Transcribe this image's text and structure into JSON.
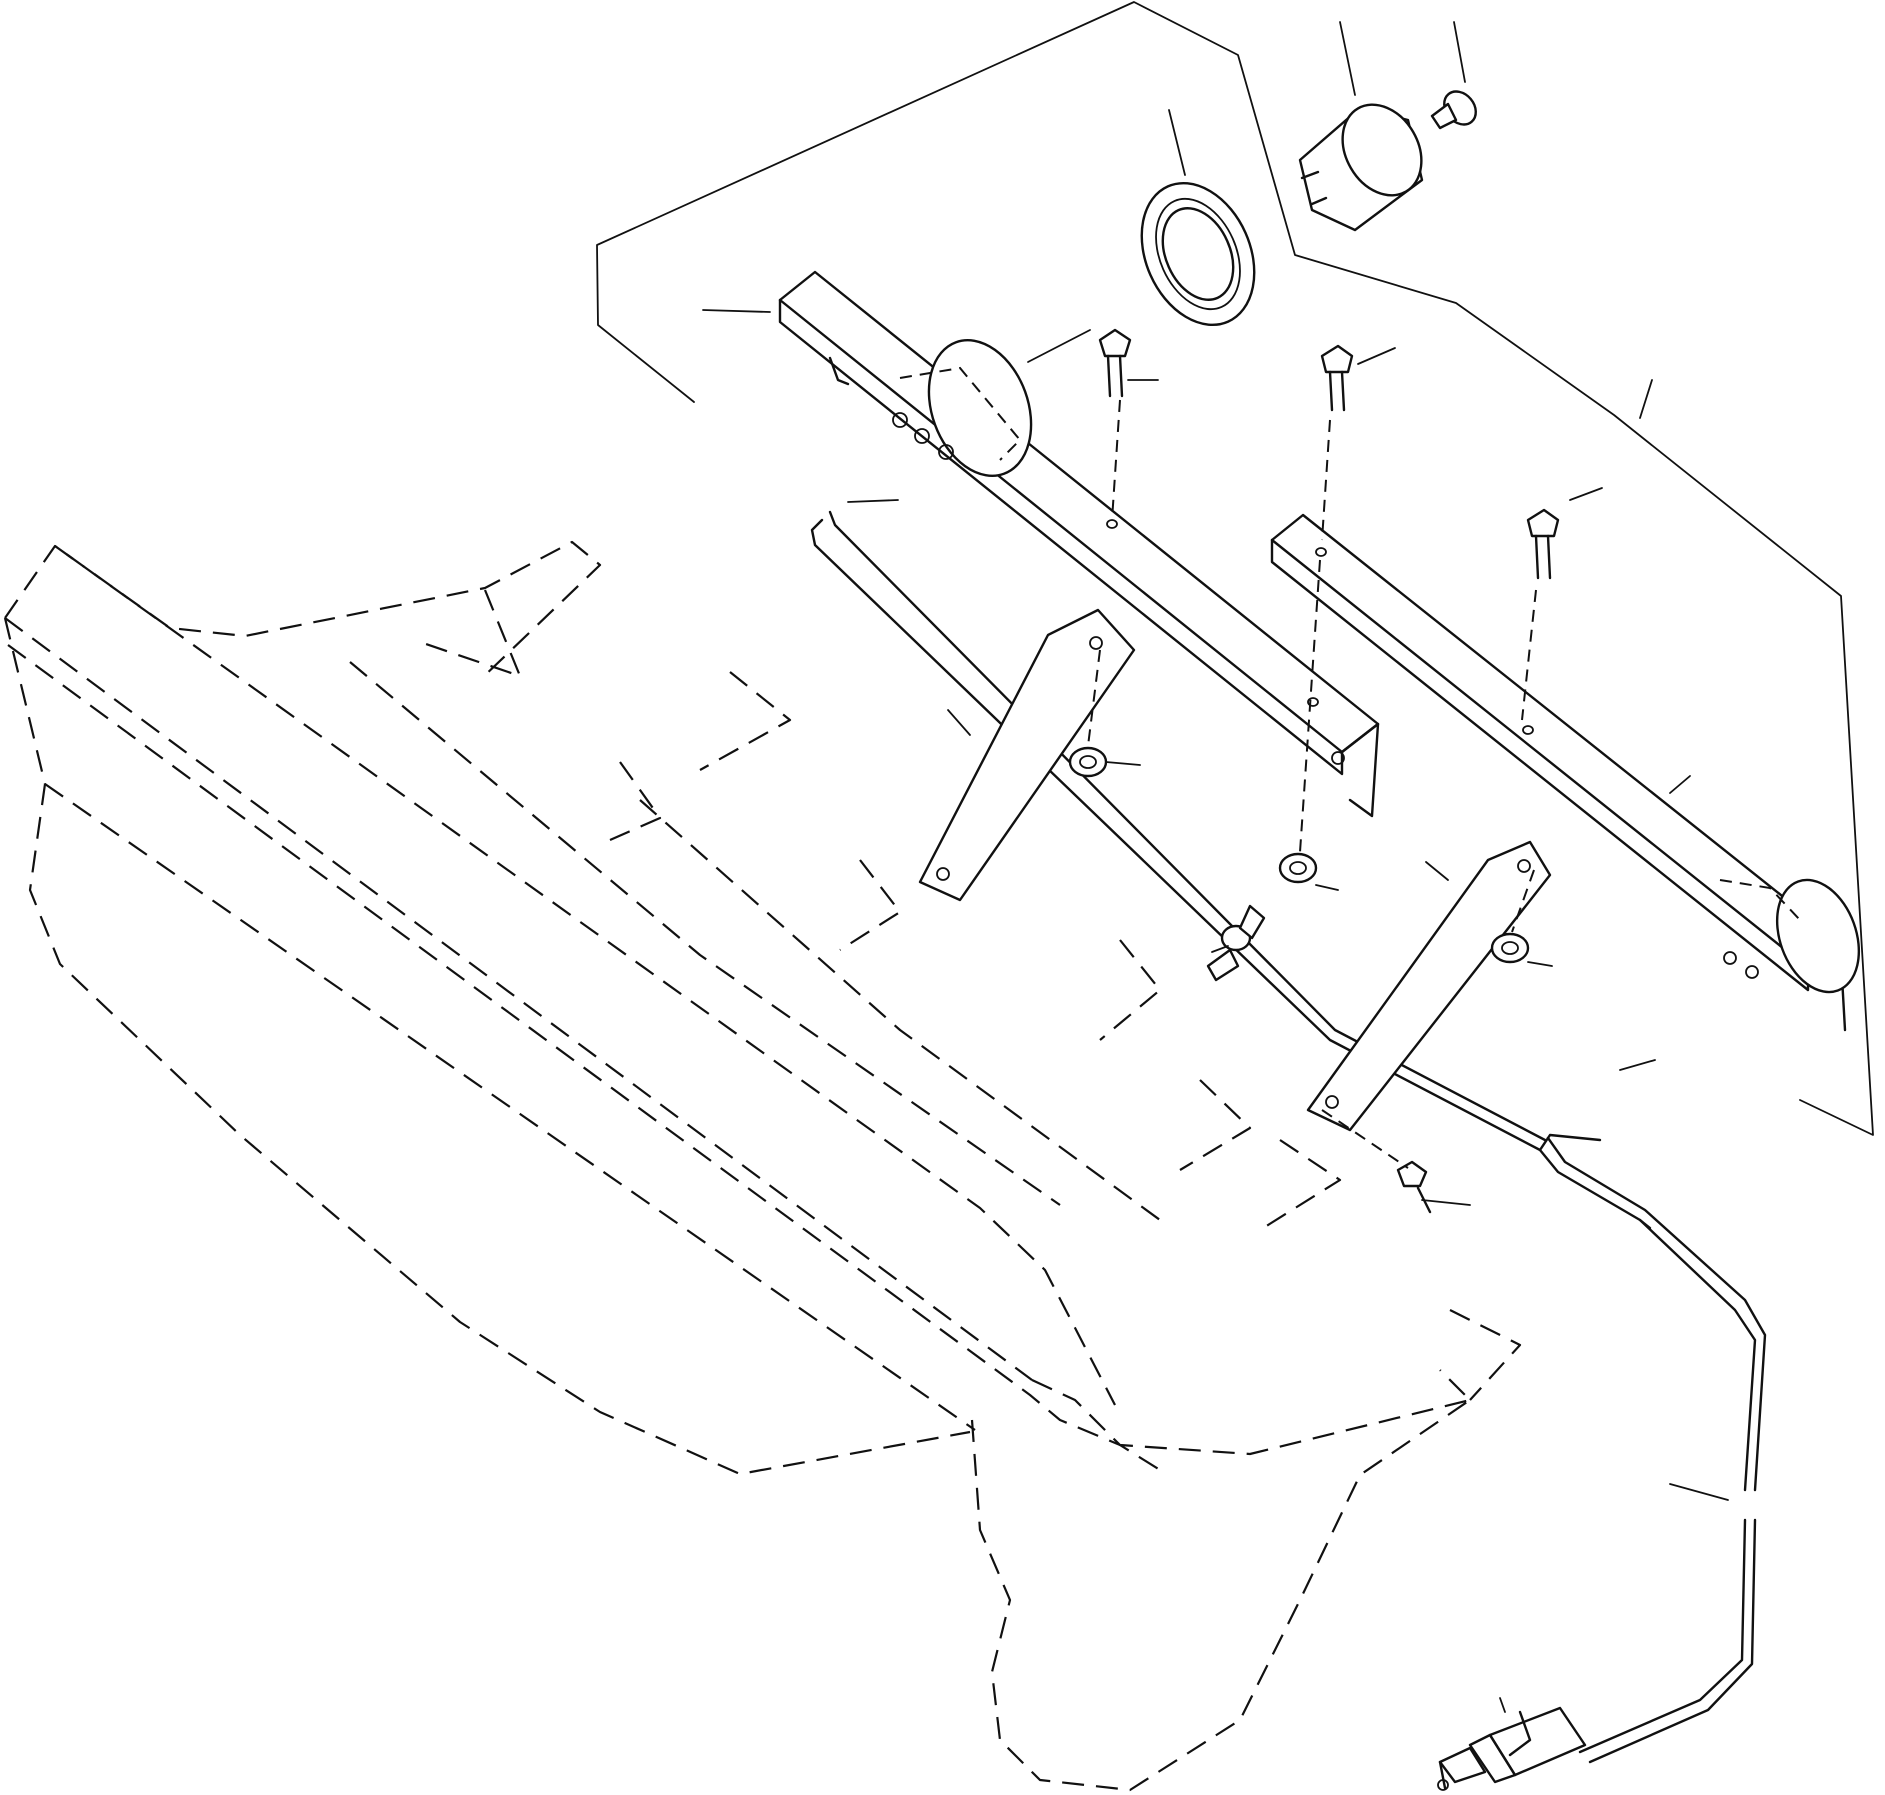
{
  "diagram": {
    "ink": "#111111",
    "parts": [
      "sealed-beam-unit",
      "lamp-rim",
      "bulb",
      "lamp-body",
      "mounting-bar-left",
      "mounting-bar-right",
      "support-bracket-left",
      "support-bracket-right",
      "flange-bolt",
      "hex-nut",
      "wing-nut",
      "wiring-harness",
      "plug-connector",
      "rear-fender-outline"
    ]
  }
}
